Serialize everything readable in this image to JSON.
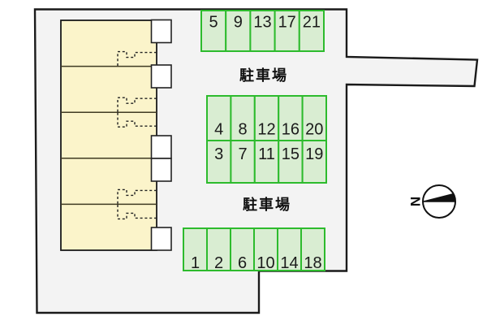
{
  "parking": {
    "area_label_top": "駐車場",
    "area_label_bottom": "駐車場",
    "rows": [
      {
        "name": "north-row",
        "spaces": [
          "5",
          "9",
          "13",
          "17",
          "21"
        ]
      },
      {
        "name": "middle-upper-row",
        "spaces": [
          "4",
          "8",
          "12",
          "16",
          "20"
        ]
      },
      {
        "name": "middle-lower-row",
        "spaces": [
          "3",
          "7",
          "11",
          "15",
          "19"
        ]
      },
      {
        "name": "south-row",
        "spaces": [
          "1",
          "2",
          "6",
          "10",
          "14",
          "18"
        ]
      }
    ]
  },
  "building": {
    "unit_count": 5
  },
  "compass": {
    "label": "N",
    "points": "left"
  },
  "colors": {
    "site_fill": "#f3f3f3",
    "outline": "#1a1a1a",
    "building_fill": "#fbf4ca",
    "divider": "#3f3a22",
    "porch_fill": "#ffffff",
    "parking_fill": "#d9edd2",
    "parking_border": "#2dbb2d",
    "number_color": "#1b1b1b"
  }
}
